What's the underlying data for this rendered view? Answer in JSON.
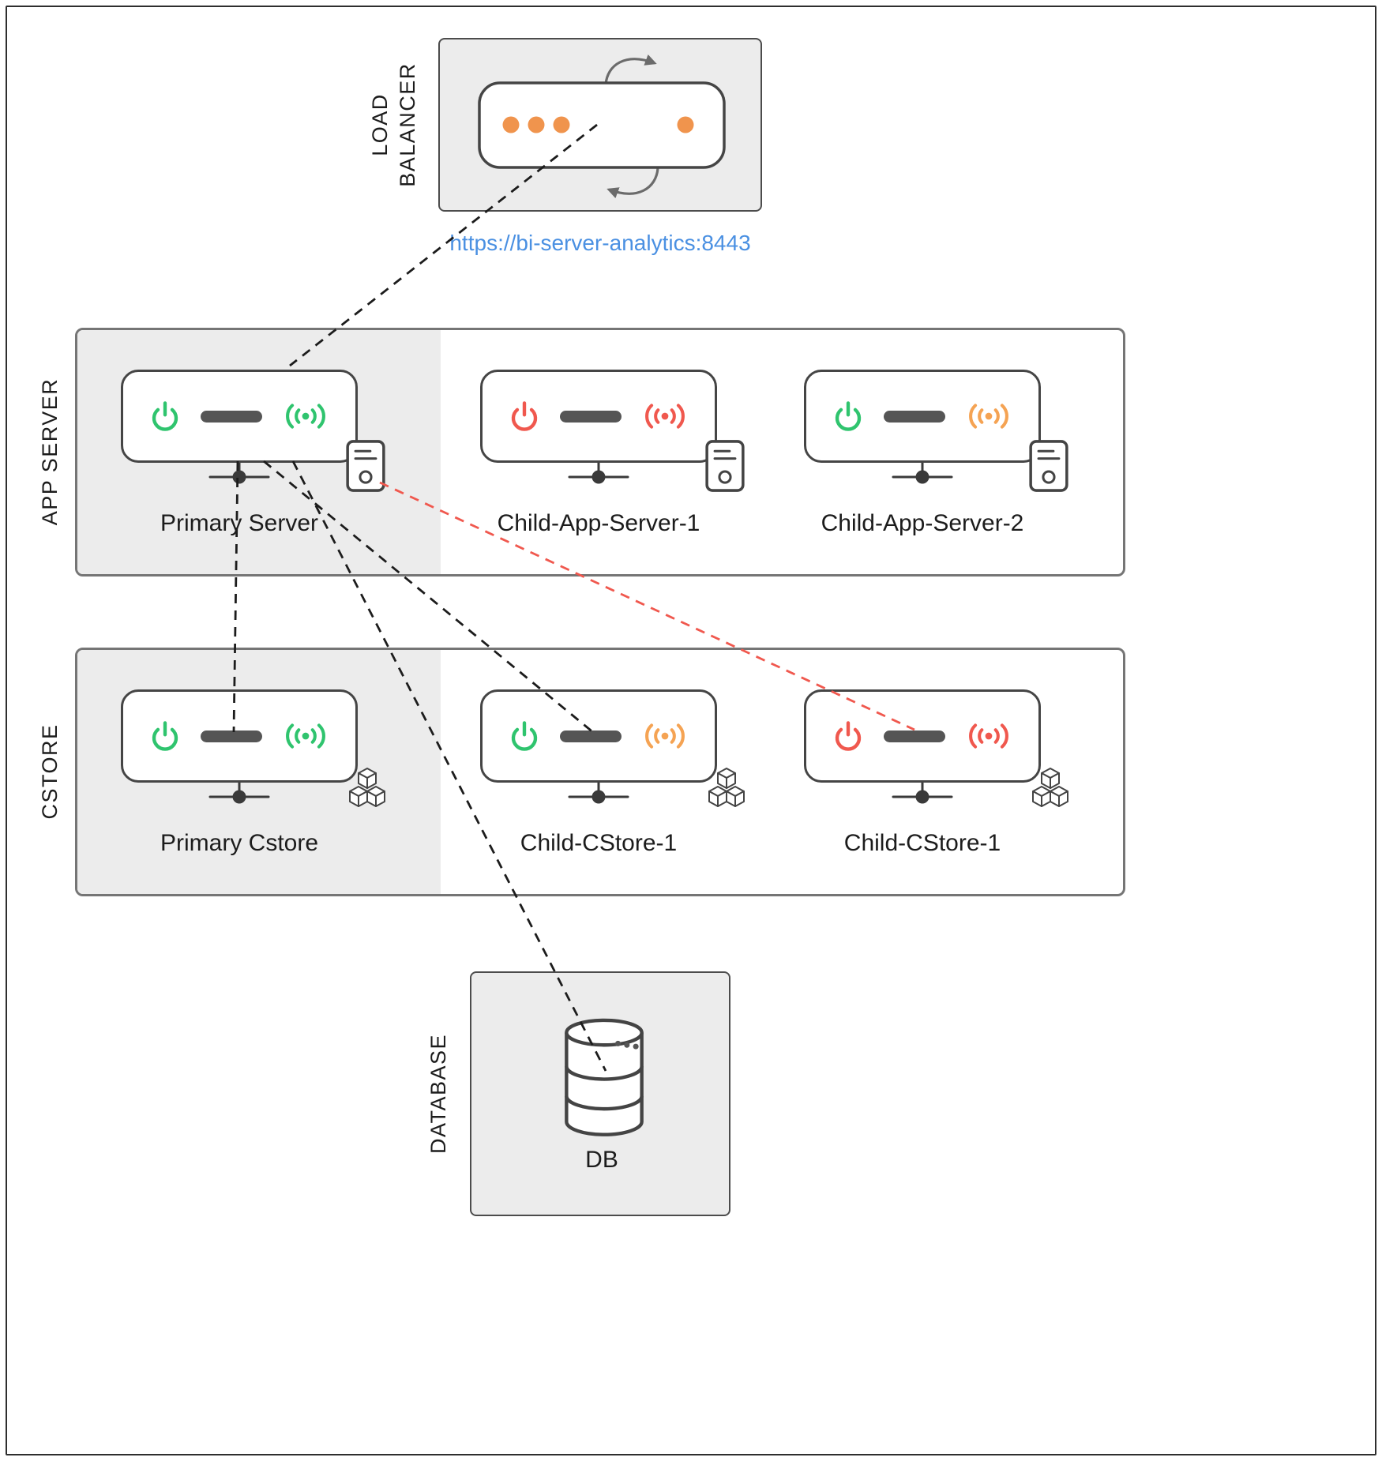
{
  "colors": {
    "green": "#2fc46e",
    "red": "#f0584e",
    "orange": "#f5a353",
    "black": "#1c1c1c",
    "link_blue": "#4a90e2",
    "section_bg": "#ececec",
    "border_dark": "#454545",
    "dot_orange": "#f0944d"
  },
  "load_balancer": {
    "section_label": "LOAD BALANCER",
    "url": "https://bi-server-analytics:8443",
    "icon": "load-balancer-icon"
  },
  "app_server": {
    "section_label": "APP SERVER",
    "nodes": [
      {
        "label": "Primary Server",
        "power": "green",
        "signal": "green",
        "corner_icon": "server-tower-icon",
        "primary": true
      },
      {
        "label": "Child-App-Server-1",
        "power": "red",
        "signal": "red",
        "corner_icon": "server-tower-icon",
        "primary": false
      },
      {
        "label": "Child-App-Server-2",
        "power": "green",
        "signal": "orange",
        "corner_icon": "server-tower-icon",
        "primary": false
      }
    ]
  },
  "cstore": {
    "section_label": "CSTORE",
    "nodes": [
      {
        "label": "Primary Cstore",
        "power": "green",
        "signal": "green",
        "corner_icon": "package-icon",
        "primary": true
      },
      {
        "label": "Child-CStore-1",
        "power": "green",
        "signal": "orange",
        "corner_icon": "package-icon",
        "primary": false
      },
      {
        "label": "Child-CStore-1",
        "power": "red",
        "signal": "red",
        "corner_icon": "package-icon",
        "primary": false
      }
    ]
  },
  "database": {
    "section_label": "DATABASE",
    "node_label": "DB",
    "icon": "database-icon"
  },
  "connections": [
    {
      "from": "load-balancer",
      "to": "primary-server",
      "color": "black",
      "style": "dashed"
    },
    {
      "from": "primary-server",
      "to": "primary-cstore",
      "color": "black",
      "style": "dashed"
    },
    {
      "from": "primary-server",
      "to": "child-cstore-1",
      "color": "black",
      "style": "dashed"
    },
    {
      "from": "primary-server",
      "to": "database",
      "color": "black",
      "style": "dashed"
    },
    {
      "from": "primary-server",
      "to": "child-cstore-2",
      "color": "red",
      "style": "dashed"
    }
  ]
}
